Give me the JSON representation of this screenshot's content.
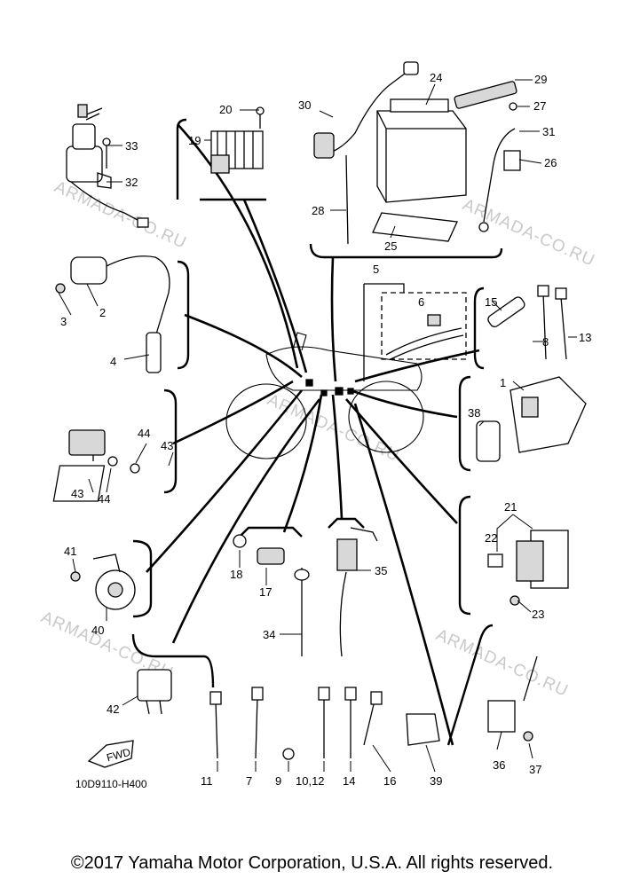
{
  "watermark": "ARMADA-CO.RU",
  "callouts": {
    "c1": "1",
    "c2": "2",
    "c3": "3",
    "c4": "4",
    "c5": "5",
    "c6": "6",
    "c7": "7",
    "c8": "8",
    "c9": "9",
    "c10_12": "10,12",
    "c11": "11",
    "c13": "13",
    "c14": "14",
    "c15": "15",
    "c16": "16",
    "c17": "17",
    "c18": "18",
    "c19": "19",
    "c20": "20",
    "c21": "21",
    "c22": "22",
    "c23": "23",
    "c24": "24",
    "c25": "25",
    "c26": "26",
    "c27": "27",
    "c28": "28",
    "c29": "29",
    "c30": "30",
    "c31": "31",
    "c32": "32",
    "c33": "33",
    "c34": "34",
    "c35": "35",
    "c36": "36",
    "c37": "37",
    "c38": "38",
    "c39": "39",
    "c40": "40",
    "c41": "41",
    "c42": "42",
    "c43a": "43",
    "c43b": "43",
    "c44a": "44",
    "c44b": "44"
  },
  "fwd_label": "FWD",
  "diagram_code": "10D9110-H400",
  "copyright": "©2017 Yamaha Motor Corporation, U.S.A. All rights reserved."
}
